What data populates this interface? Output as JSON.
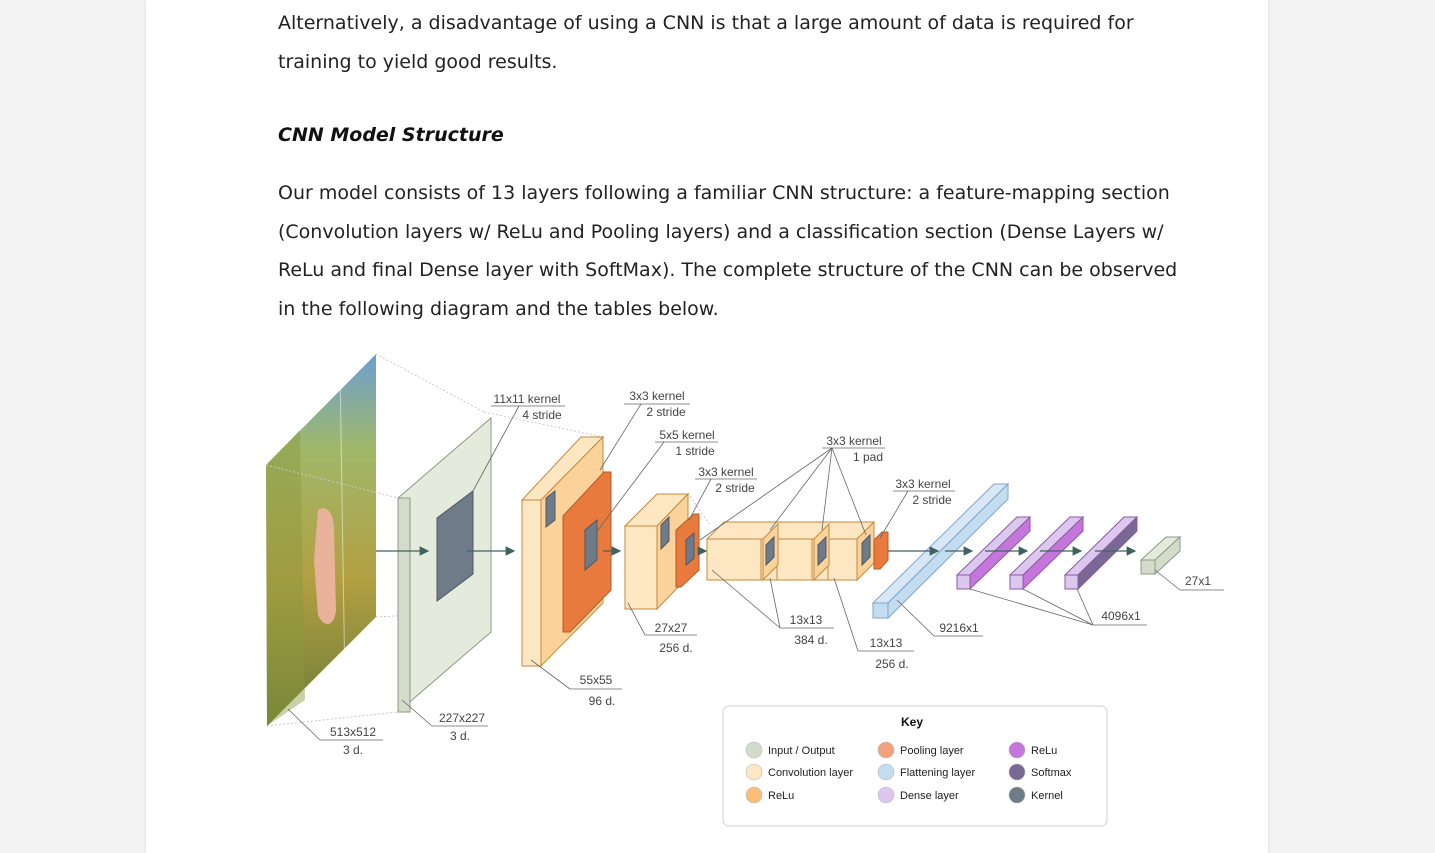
{
  "document": {
    "para1": "Alternatively, a disadvantage of using a CNN is that a large amount of data is required for training to yield good results.",
    "heading": "CNN Model Structure",
    "para2": "Our model consists of 13 layers following a familiar CNN structure:   a feature-mapping section (Convolution layers w/ ReLu and Pooling layers) and a classification section (Dense Layers w/ ReLu and final Dense layer with SoftMax). The complete structure of the CNN can be observed in the following diagram and the tables below."
  },
  "diagram": {
    "labels": {
      "input_size": "513x512",
      "input_depth": "3 d.",
      "resize_size": "227x227",
      "resize_depth": "3 d.",
      "k1_a": "11x11 kernel",
      "k1_b": "4 stride",
      "k2_a": "3x3 kernel",
      "k2_b": "2 stride",
      "k3_a": "5x5 kernel",
      "k3_b": "1 stride",
      "k4_a": "3x3 kernel",
      "k4_b": "2 stride",
      "k5_a": "3x3 kernel",
      "k5_b": "1 pad",
      "k6_a": "3x3 kernel",
      "k6_b": "2 stride",
      "c1_size": "55x55",
      "c1_depth": "96 d.",
      "c2_size": "27x27",
      "c2_depth": "256 d.",
      "c3_size": "13x13",
      "c3_depth": "384 d.",
      "c4_size": "13x13",
      "c4_depth": "256 d.",
      "flat": "9216x1",
      "dense": "4096x1",
      "out": "27x1"
    },
    "key": {
      "title": "Key",
      "items": [
        {
          "label": "Input / Output",
          "color": "#d3dccb"
        },
        {
          "label": "Convolution layer",
          "color": "#fde6c2"
        },
        {
          "label": "ReLu",
          "color": "#f9be79"
        },
        {
          "label": "Pooling layer",
          "color": "#f2a17d"
        },
        {
          "label": "Flattening layer",
          "color": "#c4dcf0"
        },
        {
          "label": "Dense layer",
          "color": "#dcc7ee"
        },
        {
          "label": "ReLu",
          "color": "#c576dc"
        },
        {
          "label": "Softmax",
          "color": "#7a6894"
        },
        {
          "label": "Kernel",
          "color": "#6f7b88"
        }
      ]
    }
  }
}
